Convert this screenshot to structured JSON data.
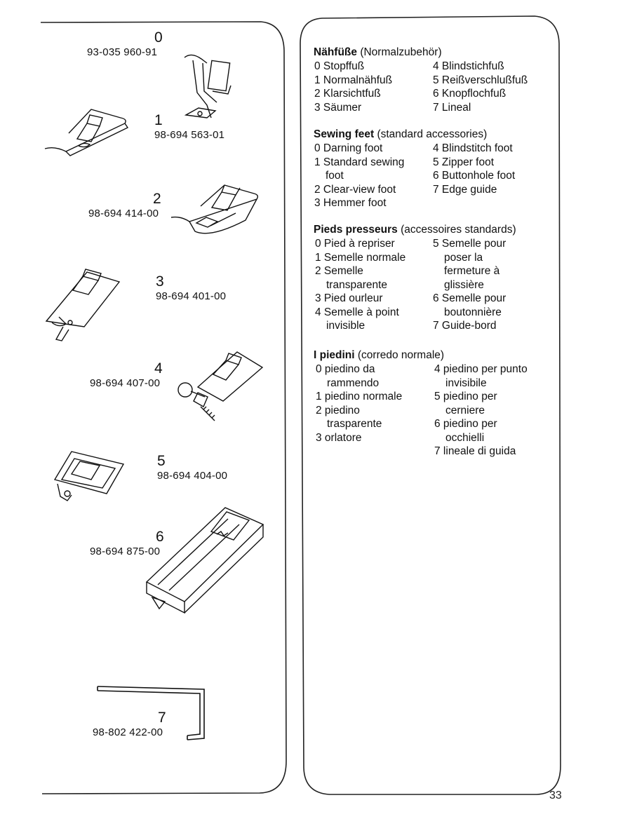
{
  "parts": [
    {
      "number": "0",
      "code": "93-035 960-91",
      "icon": "darning-foot"
    },
    {
      "number": "1",
      "code": "98-694 563-01",
      "icon": "standard-sewing-foot"
    },
    {
      "number": "2",
      "code": "98-694 414-00",
      "icon": "clear-view-foot"
    },
    {
      "number": "3",
      "code": "98-694 401-00",
      "icon": "hemmer-foot"
    },
    {
      "number": "4",
      "code": "98-694 407-00",
      "icon": "blindstitch-foot"
    },
    {
      "number": "5",
      "code": "98-694 404-00",
      "icon": "zipper-foot"
    },
    {
      "number": "6",
      "code": "98-694 875-00",
      "icon": "buttonhole-foot"
    },
    {
      "number": "7",
      "code": "98-802 422-00",
      "icon": "edge-guide"
    }
  ],
  "sections": [
    {
      "title": "Nähfüße",
      "subtitle": "(Normalzubehör)",
      "left": [
        "0 Stopffuß",
        "1 Normalnähfuß",
        "2 Klarsichtfuß",
        "3 Säumer"
      ],
      "right": [
        "4 Blindstichfuß",
        "5 Reißverschlußfuß",
        "6 Knopflochfuß",
        "7 Lineal"
      ]
    },
    {
      "title": "Sewing feet",
      "subtitle": "(standard accessories)",
      "left": [
        "0 Darning foot",
        "1 Standard sewing",
        "   foot",
        "2 Clear-view foot",
        "3 Hemmer foot"
      ],
      "right": [
        "4 Blindstitch foot",
        "5 Zipper foot",
        "6 Buttonhole foot",
        "7 Edge guide"
      ]
    },
    {
      "title": "Pieds presseurs",
      "subtitle": "(accessoires standards)",
      "left": [
        "0 Pied à repriser",
        "1 Semelle normale",
        "2 Semelle",
        "   transparente",
        "3 Pied ourleur",
        "4 Semelle à point",
        "   invisible"
      ],
      "right": [
        "5 Semelle pour",
        "   poser la",
        "   fermeture à",
        "   glissière",
        "6 Semelle pour",
        "   boutonnière",
        "7 Guide-bord"
      ]
    },
    {
      "title": "I piedini",
      "subtitle": "(corredo normale)",
      "left": [
        "0 piedino da",
        "   rammendo",
        "1 piedino normale",
        "2 piedino",
        "   trasparente",
        "3 orlatore"
      ],
      "right": [
        "4 piedino per punto",
        "   invisibile",
        "5 piedino per",
        "   cerniere",
        "6 piedino per",
        "   occhielli",
        "7 lineale di guida"
      ]
    }
  ],
  "page_number": "33"
}
